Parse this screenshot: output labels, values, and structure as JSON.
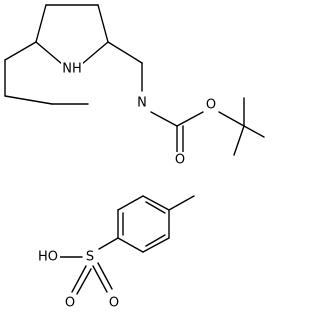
{
  "structure": {
    "amine_part": {
      "labels": {
        "nh": "NH",
        "ring_n": "N",
        "ester_o": "O",
        "carbonyl_o": "O"
      }
    },
    "tosylate_part": {
      "labels": {
        "hydroxyl": "HO",
        "sulfur": "S",
        "sulfonyl_o_left": "O",
        "sulfonyl_o_right": "O"
      }
    }
  },
  "colors": {
    "bond": "#000000",
    "label": "#000000",
    "background": "#ffffff"
  }
}
